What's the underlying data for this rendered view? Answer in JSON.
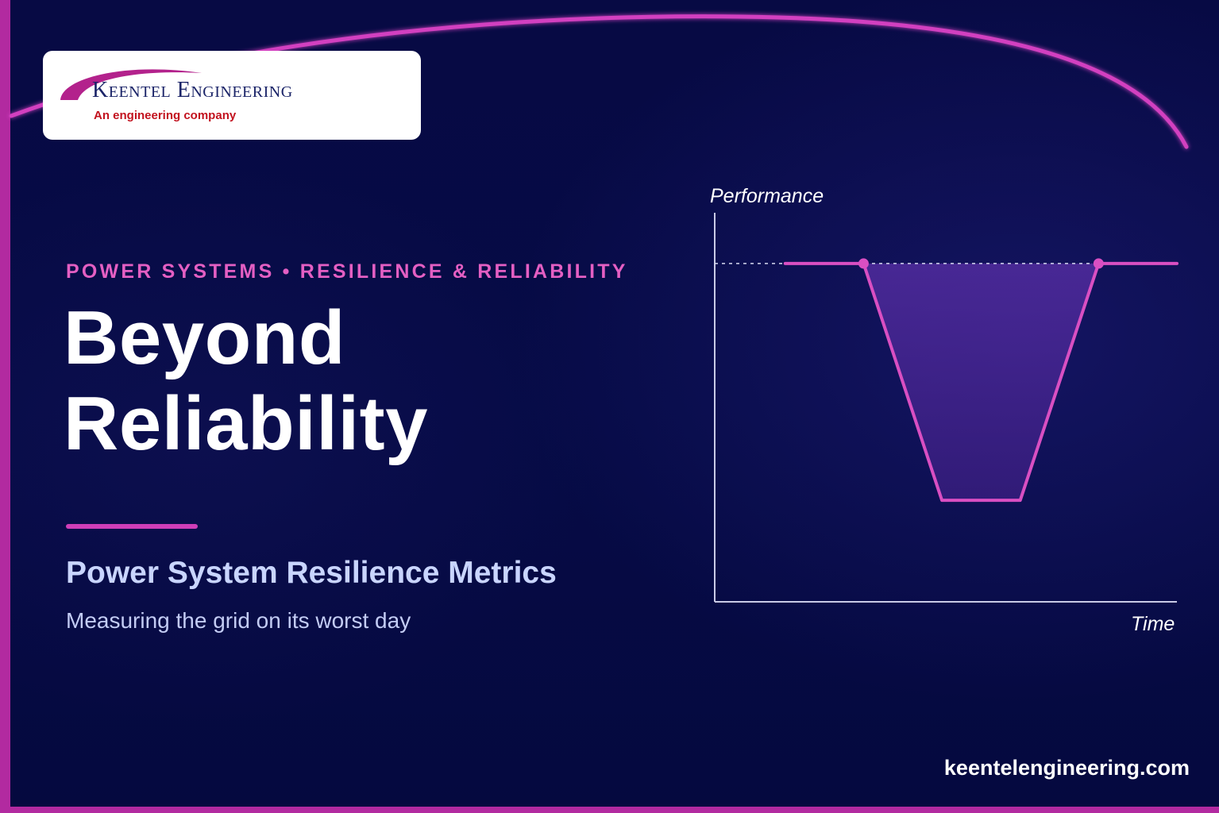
{
  "brand": {
    "name": "Keentel Engineering",
    "tagline": "An engineering company",
    "website": "keentelengineering.com"
  },
  "hero": {
    "eyebrow": "POWER SYSTEMS • RESILIENCE & RELIABILITY",
    "headline_line1": "Beyond",
    "headline_line2": "Reliability",
    "subtitle": "Power System Resilience Metrics",
    "tagline": "Measuring the grid on its worst day"
  },
  "colors": {
    "background": "#060b46",
    "accent_magenta": "#d94fc2",
    "eyebrow_pink": "#e45fc3",
    "subtitle_lavender": "#c9d5ff",
    "logo_navy": "#1b2468",
    "logo_red": "#c2121e"
  },
  "chart_data": {
    "type": "line",
    "xlabel": "Time",
    "ylabel": "Performance",
    "x": [
      0,
      1,
      2,
      3,
      4,
      5
    ],
    "values": [
      1.0,
      1.0,
      0.3,
      0.3,
      1.0,
      1.0
    ],
    "baseline": 1.0,
    "ylim": [
      0,
      1.15
    ],
    "xlim": [
      -0.9,
      5.0
    ],
    "markers": [
      1,
      4
    ],
    "shaded_area": "between baseline and curve",
    "grid": false
  }
}
